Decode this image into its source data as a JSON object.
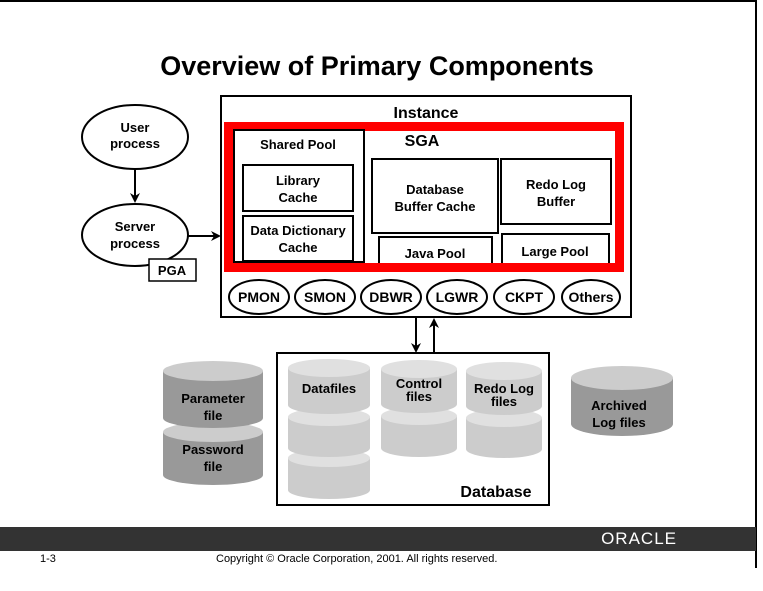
{
  "slide": {
    "title": "Overview of Primary Components",
    "page_number": "1-3",
    "copyright": "Copyright © Oracle Corporation, 2001. All rights reserved.",
    "logo": "ORACLE"
  },
  "colors": {
    "sga_border": "#ff0000",
    "footer_bar": "#333333",
    "cylinder_dark_side": "#999999",
    "cylinder_dark_top": "#cccccc",
    "cylinder_light_side": "#cccccc",
    "cylinder_light_top": "#e0e0e0"
  },
  "diagram": {
    "client": {
      "user_process": [
        "User",
        "process"
      ],
      "server_process": [
        "Server",
        "process"
      ],
      "pga": "PGA"
    },
    "instance": {
      "label": "Instance",
      "sga": {
        "label": "SGA",
        "shared_pool": {
          "label": "Shared Pool",
          "library_cache": [
            "Library",
            "Cache"
          ],
          "data_dictionary_cache": [
            "Data Dictionary",
            "Cache"
          ]
        },
        "database_buffer_cache": [
          "Database",
          "Buffer Cache"
        ],
        "redo_log_buffer": [
          "Redo Log",
          "Buffer"
        ],
        "java_pool": "Java Pool",
        "large_pool": "Large Pool"
      },
      "background_processes": [
        "PMON",
        "SMON",
        "DBWR",
        "LGWR",
        "CKPT",
        "Others"
      ]
    },
    "database": {
      "label": "Database",
      "datafiles": [
        "Datafiles"
      ],
      "control_files": [
        "Control",
        "files"
      ],
      "redo_log_files": [
        "Redo Log",
        "files"
      ]
    },
    "external_files": {
      "parameter_file": [
        "Parameter",
        "file"
      ],
      "password_file": [
        "Password",
        "file"
      ],
      "archived_log_files": [
        "Archived",
        "Log files"
      ]
    }
  }
}
